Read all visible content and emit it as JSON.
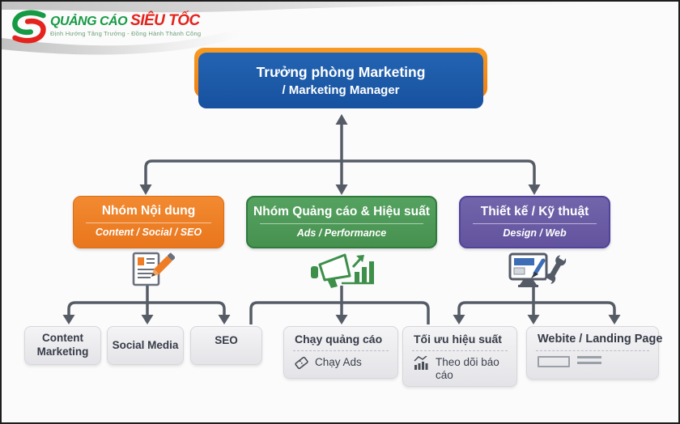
{
  "logo": {
    "brand_green": "QUẢNG CÁO",
    "brand_red": "SIÊU TỐC",
    "tagline": "Định Hướng Tăng Trưởng - Đồng Hành Thành Công"
  },
  "manager": {
    "title": "Trưởng phòng Marketing",
    "subtitle": "/ Marketing Manager"
  },
  "teams": [
    {
      "title": "Nhóm Nội dung",
      "subtitle": "Content / Social / SEO",
      "color": "#EC7B1F"
    },
    {
      "title": "Nhóm Quảng cáo & Hiệu suất",
      "subtitle": "Ads / Performance",
      "color": "#4B9756"
    },
    {
      "title": "Thiết kế / Kỹ thuật",
      "subtitle": "Design / Web",
      "color": "#6A5AA6"
    }
  ],
  "children": {
    "content": [
      {
        "label": "Content Marketing"
      },
      {
        "label": "Social Media"
      },
      {
        "label": "SEO"
      }
    ],
    "ads": [
      {
        "title": "Chạy quảng cáo",
        "item": "Chạy Ads",
        "icon": "ticket-icon"
      },
      {
        "title": "Tối ưu hiệu suất",
        "item": "Theo dõi báo cáo",
        "icon": "mini-chart-icon"
      }
    ],
    "design": [
      {
        "title": "Webite / Landing Page"
      }
    ]
  },
  "colors": {
    "manager_blue": "#1D5AA9",
    "manager_accent_orange": "#F6921E",
    "connector_gray": "#565C66",
    "brand_green": "#169A44",
    "brand_red": "#E3231C",
    "leaf_gray": "#ECECEF"
  }
}
